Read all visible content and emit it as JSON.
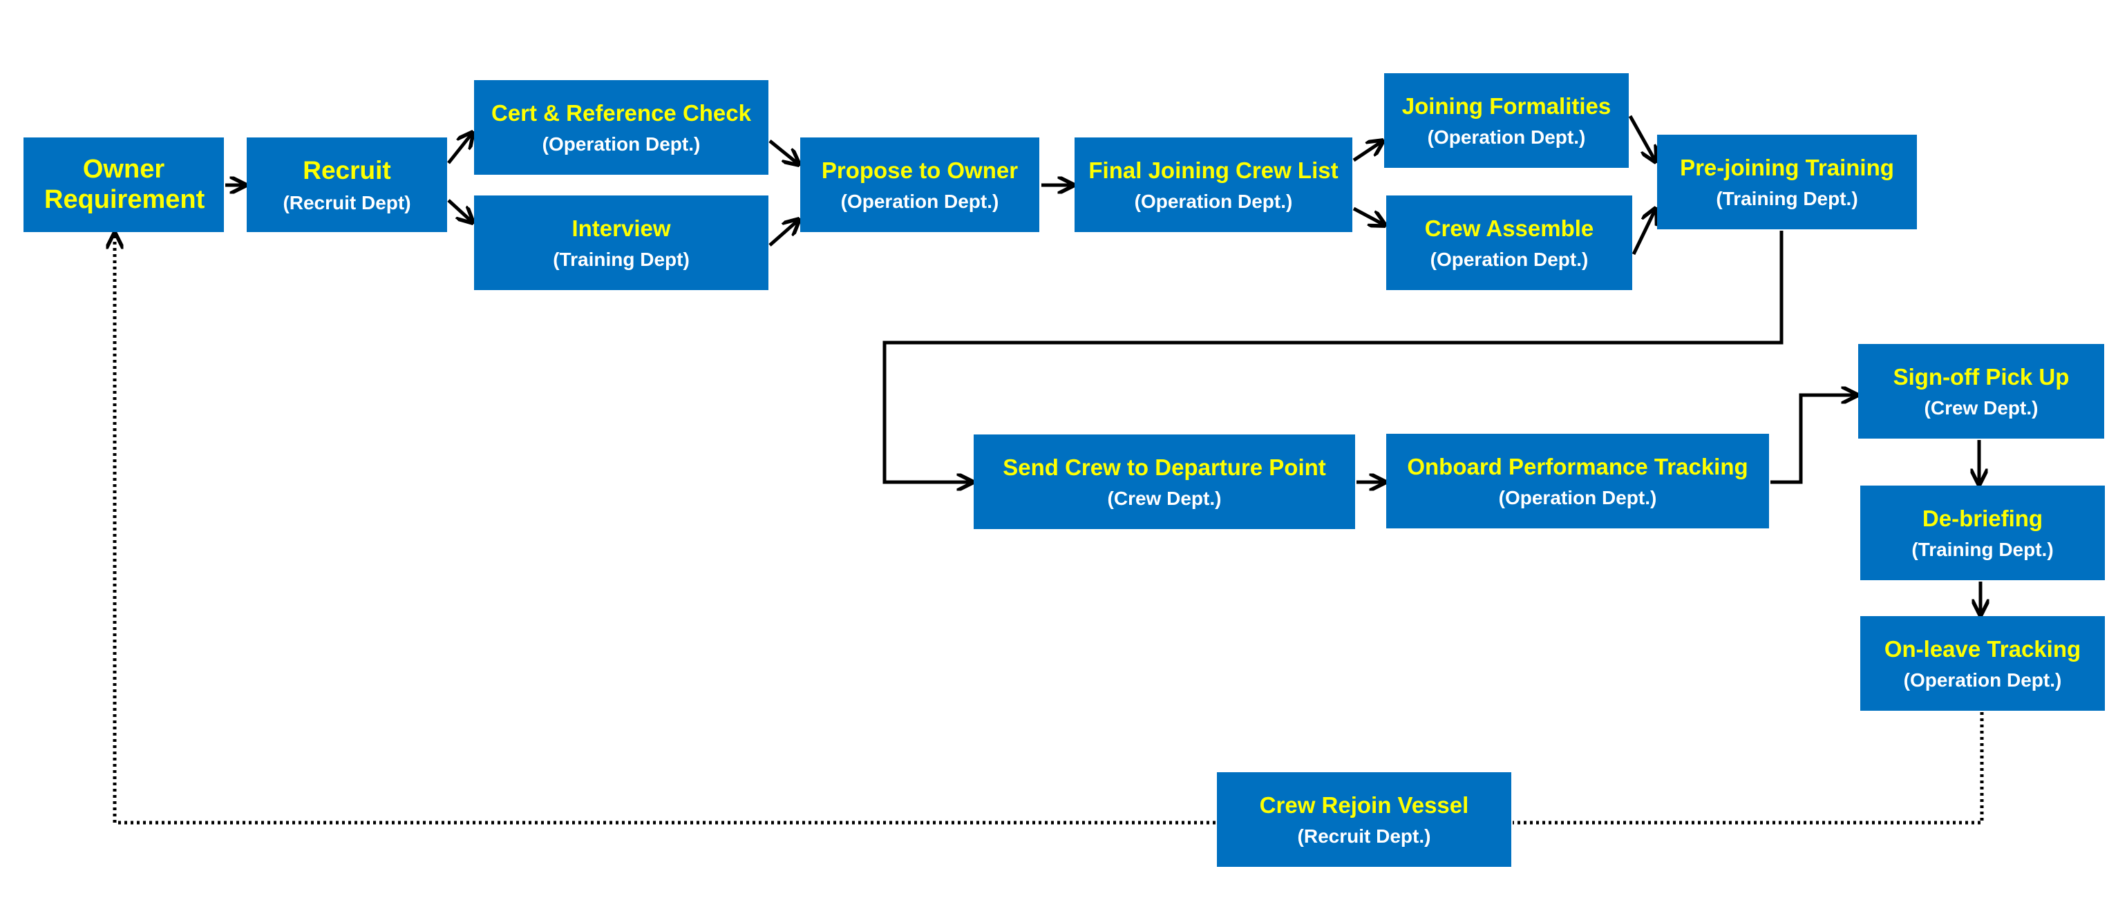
{
  "nodes": {
    "owner": {
      "title": "Owner Requirement",
      "dept": ""
    },
    "recruit": {
      "title": "Recruit",
      "dept": "(Recruit Dept)"
    },
    "cert": {
      "title": "Cert & Reference Check",
      "dept": "(Operation Dept.)"
    },
    "interview": {
      "title": "Interview",
      "dept": "(Training Dept)"
    },
    "propose": {
      "title": "Propose to Owner",
      "dept": "(Operation Dept.)"
    },
    "final": {
      "title": "Final Joining Crew List",
      "dept": "(Operation Dept.)"
    },
    "joining": {
      "title": "Joining Formalities",
      "dept": "(Operation Dept.)"
    },
    "assemble": {
      "title": "Crew Assemble",
      "dept": "(Operation Dept.)"
    },
    "prejoin": {
      "title": "Pre-joining Training",
      "dept": "(Training Dept.)"
    },
    "send": {
      "title": "Send Crew to Departure Point",
      "dept": "(Crew Dept.)"
    },
    "onboard": {
      "title": "Onboard Performance Tracking",
      "dept": "(Operation Dept.)"
    },
    "signoff": {
      "title": "Sign-off Pick Up",
      "dept": "(Crew Dept.)"
    },
    "debrief": {
      "title": "De-briefing",
      "dept": "(Training Dept.)"
    },
    "onleave": {
      "title": "On-leave Tracking",
      "dept": "(Operation Dept.)"
    },
    "rejoin": {
      "title": "Crew Rejoin Vessel",
      "dept": "(Recruit Dept.)"
    }
  },
  "colors": {
    "box_fill": "#0070c0",
    "title_text": "#ffff00",
    "dept_text": "#ffffff",
    "connector": "#000000"
  }
}
